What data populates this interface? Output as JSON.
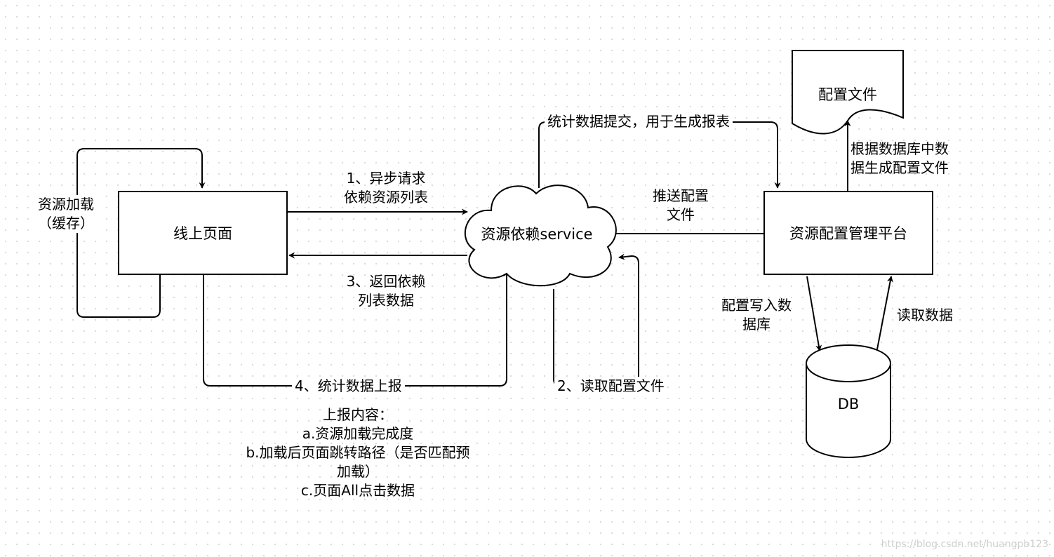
{
  "nodes": {
    "online_page": "线上页面",
    "service": "资源依赖service",
    "platform": "资源配置管理平台",
    "config_file": "配置文件",
    "db": "DB"
  },
  "edges": {
    "cache_load": [
      "资源加载",
      "（缓存）"
    ],
    "async_request": [
      "1、异步请求",
      "依赖资源列表"
    ],
    "return_deps": [
      "3、返回依赖",
      "列表数据"
    ],
    "report_stats": "4、统计数据上报",
    "report_contents": [
      "上报内容：",
      "a.资源加载完成度",
      "b.加载后页面跳转路径（是否匹配预",
      "加载）",
      "c.页面All点击数据"
    ],
    "submit_stats": "统计数据提交，用于生成报表",
    "push_config": [
      "推送配置",
      "文件"
    ],
    "read_config": "2、读取配置文件",
    "generate_config": [
      "根据数据库中数",
      "据生成配置文件"
    ],
    "write_db": [
      "配置写入数",
      "据库"
    ],
    "read_data": "读取数据"
  },
  "watermark": "https://blog.csdn.net/huangpb123"
}
